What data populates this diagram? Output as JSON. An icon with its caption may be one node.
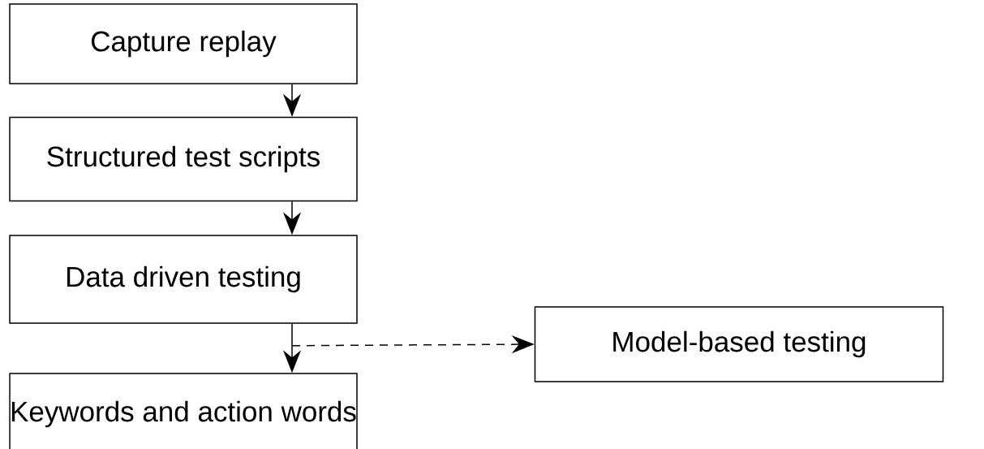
{
  "diagram": {
    "nodes": [
      {
        "text": [
          "Capture replay"
        ]
      },
      {
        "text": [
          "Structured test scripts"
        ]
      },
      {
        "text": [
          "Data driven testing"
        ]
      },
      {
        "text": [
          "Keywords and action words"
        ]
      },
      {
        "text": [
          "Model-based testing"
        ]
      }
    ],
    "edges": [
      {
        "from": 0,
        "to": 1,
        "arrow": "to"
      },
      {
        "from": 1,
        "to": 2,
        "arrow": "to"
      },
      {
        "from": 2,
        "to": 3,
        "arrow": "to"
      },
      {
        "from": 2,
        "to": 4,
        "arrow": "to",
        "style": "dashed"
      }
    ]
  }
}
